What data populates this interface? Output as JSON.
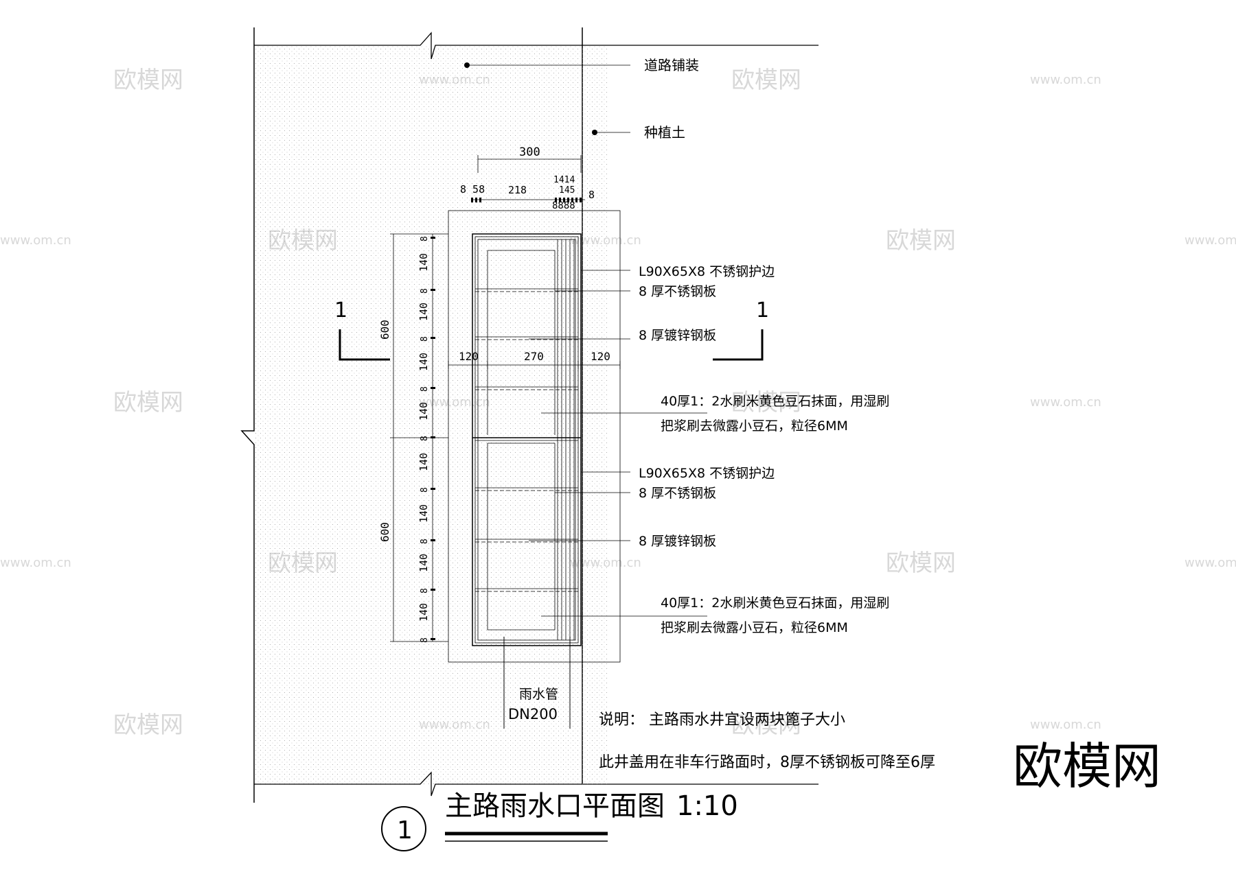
{
  "drawing": {
    "title": "主路雨水口平面图",
    "scale": "1:10",
    "number": "1",
    "section_mark": "1"
  },
  "labels": {
    "paving": "道路铺装",
    "soil": "种植土",
    "angle_1": "L90X65X8  不锈钢护边",
    "ss_plate_1": "8 厚不锈钢板",
    "galv_plate_1": "8 厚镀锌钢板",
    "finish_1_a": "40厚1：2水刷米黄色豆石抹面，用湿刷",
    "finish_1_b": "把浆刷去微露小豆石，粒径6MM",
    "angle_2": "L90X65X8  不锈钢护边",
    "ss_plate_2": "8 厚不锈钢板",
    "galv_plate_2": "8 厚镀锌钢板",
    "finish_2_a": "40厚1：2水刷米黄色豆石抹面，用湿刷",
    "finish_2_b": "把浆刷去微露小豆石，粒径6MM",
    "pipe_name": "雨水管",
    "pipe_size": "DN200"
  },
  "notes": {
    "line1": "说明：  主路雨水井宜设两块篦子大小",
    "line2": "此井盖用在非车行路面时，8厚不锈钢板可降至6厚"
  },
  "dimensions": {
    "top_300": "300",
    "top_218": "218",
    "top_8_58": "8 58",
    "top_1414": "1414",
    "top_145": "145",
    "top_8": "8",
    "top_8888": "8888",
    "left_600_a": "600",
    "left_600_b": "600",
    "seg_140": "140",
    "seg_8": "8",
    "mid_120_a": "120",
    "mid_270": "270",
    "mid_120_b": "120"
  },
  "watermark": {
    "brand": "欧模网",
    "url": "www.om.cn"
  }
}
